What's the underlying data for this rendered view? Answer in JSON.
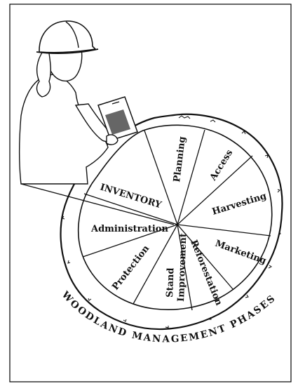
{
  "figure": {
    "curved_title": "WOODLAND MANAGEMENT PHASES",
    "hub_label": "INVENTORY"
  },
  "segments": [
    {
      "key": "planning",
      "label": "Planning"
    },
    {
      "key": "access",
      "label": "Access"
    },
    {
      "key": "harvesting",
      "label": "Harvesting"
    },
    {
      "key": "marketing",
      "label": "Marketing"
    },
    {
      "key": "reforestation",
      "label": "Reforestation"
    },
    {
      "key": "stand_improvement",
      "label_line1": "Stand",
      "label_line2": "Improvement"
    },
    {
      "key": "protection",
      "label": "Protection"
    },
    {
      "key": "administration",
      "label": "Administration"
    }
  ]
}
